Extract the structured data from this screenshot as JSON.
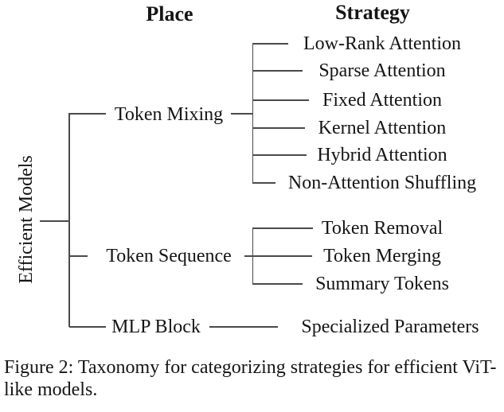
{
  "colors": {
    "background": "#ffffff",
    "text": "#151515",
    "line": "#4a4a4a"
  },
  "figure": {
    "headers": {
      "place": "Place",
      "strategy": "Strategy"
    },
    "root_label": "Efficient Models",
    "groups": [
      {
        "label": "Token Mixing",
        "children": [
          "Low-Rank Attention",
          "Sparse Attention",
          "Fixed Attention",
          "Kernel Attention",
          "Hybrid Attention",
          "Non-Attention Shuffling"
        ]
      },
      {
        "label": "Token Sequence",
        "children": [
          "Token Removal",
          "Token Merging",
          "Summary Tokens"
        ]
      },
      {
        "label": "MLP Block",
        "children": [
          "Specialized Parameters"
        ]
      }
    ],
    "caption": "Figure 2: Taxonomy for categorizing strategies for efficient ViT-like models."
  }
}
